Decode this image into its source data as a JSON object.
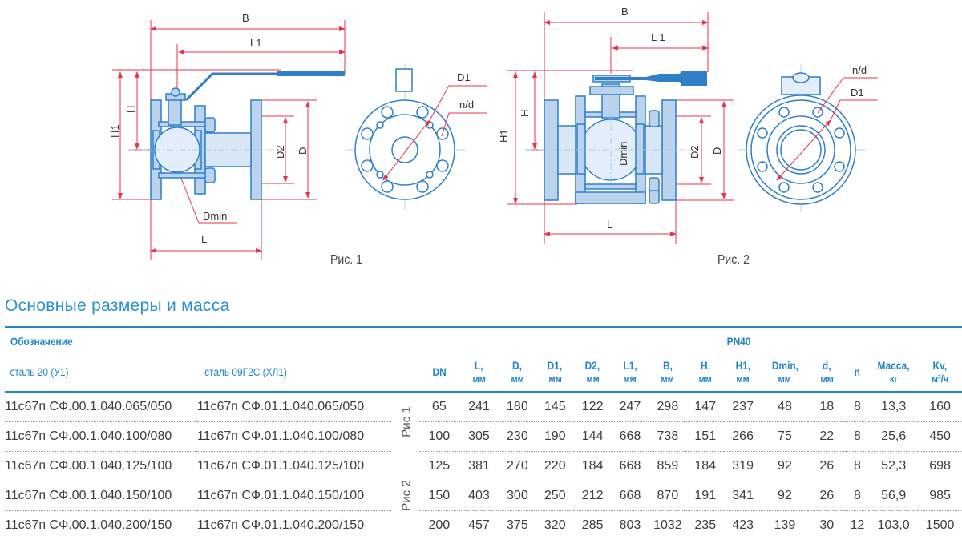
{
  "figures": {
    "fig1": {
      "caption": "Рис. 1",
      "labels": {
        "B": "B",
        "L1": "L1",
        "H": "H",
        "H1": "H1",
        "D2": "D2",
        "D": "D",
        "Dmin": "Dmin",
        "L": "L",
        "D1": "D1",
        "nd": "n/d"
      }
    },
    "fig2": {
      "caption": "Рис. 2",
      "labels": {
        "B": "B",
        "L1": "L 1",
        "H": "H",
        "H1": "H1",
        "D2": "D2",
        "D": "D",
        "Dmin": "Dmin",
        "L": "L",
        "D1": "D1",
        "nd": "n/d"
      }
    },
    "colors": {
      "body": "#2f7fc9",
      "body_fill": "#bcd3ee",
      "dimension": "#e8344e",
      "accent": "#1f86c8"
    }
  },
  "section": {
    "title": "Основные размеры и масса"
  },
  "table": {
    "designation_header": "Обозначение",
    "pressure_header": "PN40",
    "material_headers": [
      "сталь 20 (У1)",
      "сталь 09Г2С (ХЛ1)"
    ],
    "columns": [
      {
        "name": "DN",
        "unit": ""
      },
      {
        "name": "L,",
        "unit": "мм"
      },
      {
        "name": "D,",
        "unit": "мм"
      },
      {
        "name": "D1,",
        "unit": "мм"
      },
      {
        "name": "D2,",
        "unit": "мм"
      },
      {
        "name": "L1,",
        "unit": "мм"
      },
      {
        "name": "B,",
        "unit": "мм"
      },
      {
        "name": "H,",
        "unit": "мм"
      },
      {
        "name": "H1,",
        "unit": "мм"
      },
      {
        "name": "Dmin,",
        "unit": "мм"
      },
      {
        "name": "d,",
        "unit": "мм"
      },
      {
        "name": "n",
        "unit": ""
      },
      {
        "name": "Масса,",
        "unit": "кг"
      },
      {
        "name": "Kv,",
        "unit": "м³/ч"
      }
    ],
    "figure_groups": [
      "Рис 1",
      "Рис 2"
    ],
    "rows": [
      {
        "u1": "11с67п СФ.00.1.040.065/050",
        "hl1": "11с67п СФ.01.1.040.065/050",
        "values": [
          "65",
          "241",
          "180",
          "145",
          "122",
          "247",
          "298",
          "147",
          "237",
          "48",
          "18",
          "8",
          "13,3",
          "160"
        ]
      },
      {
        "u1": "11с67п СФ.00.1.040.100/080",
        "hl1": "11с67п СФ.01.1.040.100/080",
        "values": [
          "100",
          "305",
          "230",
          "190",
          "144",
          "668",
          "738",
          "151",
          "266",
          "75",
          "22",
          "8",
          "25,6",
          "450"
        ]
      },
      {
        "u1": "11с67п СФ.00.1.040.125/100",
        "hl1": "11с67п СФ.01.1.040.125/100",
        "values": [
          "125",
          "381",
          "270",
          "220",
          "184",
          "668",
          "859",
          "184",
          "319",
          "92",
          "26",
          "8",
          "52,3",
          "698"
        ]
      },
      {
        "u1": "11с67п СФ.00.1.040.150/100",
        "hl1": "11с67п СФ.01.1.040.150/100",
        "values": [
          "150",
          "403",
          "300",
          "250",
          "212",
          "668",
          "870",
          "191",
          "341",
          "92",
          "26",
          "8",
          "56,9",
          "985"
        ]
      },
      {
        "u1": "11с67п СФ.00.1.040.200/150",
        "hl1": "11с67п СФ.01.1.040.200/150",
        "values": [
          "200",
          "457",
          "375",
          "320",
          "285",
          "803",
          "1032",
          "235",
          "423",
          "139",
          "30",
          "12",
          "103,0",
          "1500"
        ]
      }
    ]
  }
}
